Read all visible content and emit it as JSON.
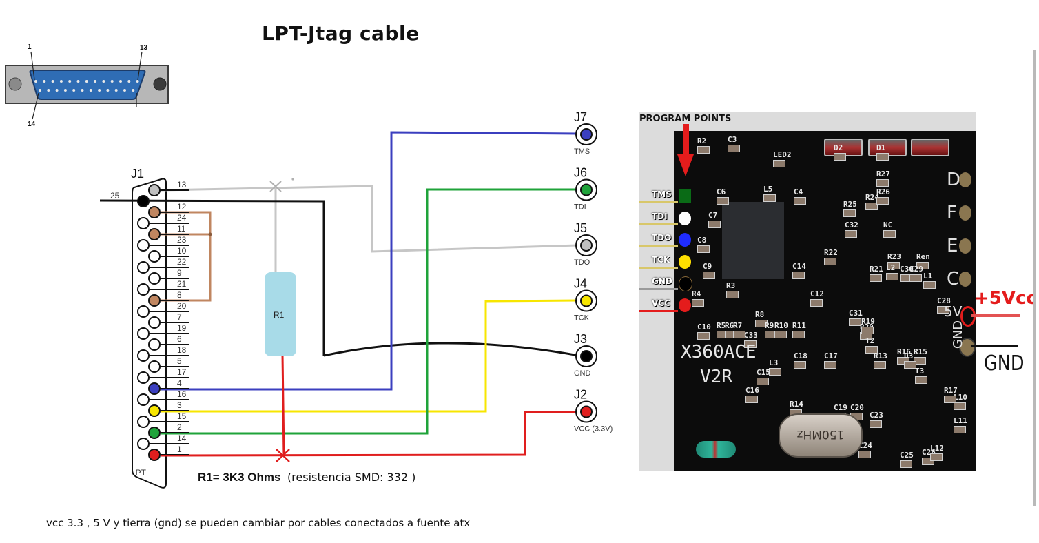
{
  "title": "LPT-Jtag cable",
  "db25_photo": {
    "pin_labels": {
      "top_left": "1",
      "top_right": "13",
      "bottom_left": "14"
    }
  },
  "schematic": {
    "connector_label": "J1",
    "connector_type": "LPT",
    "pins_top_row": [
      "13",
      "12",
      "11",
      "10",
      "9",
      "8",
      "7",
      "6",
      "5",
      "4",
      "3",
      "2",
      "1"
    ],
    "pins_bottom_row": [
      "25",
      "24",
      "23",
      "22",
      "21",
      "20",
      "19",
      "18",
      "17",
      "16",
      "15",
      "14"
    ],
    "pin_colors": {
      "13": "#c0c0c0",
      "25": "#000000",
      "12": "#c08660",
      "11": "#c08660",
      "8": "#c08660",
      "4": "#3b3fbf",
      "3": "#f7e600",
      "2": "#1fa33a",
      "1": "#e01e1e"
    },
    "resistor": {
      "label": "R1",
      "color": "#a8dbe8"
    },
    "jacks": [
      {
        "id": "J7",
        "signal": "TMS",
        "color": "#3b3fbf"
      },
      {
        "id": "J6",
        "signal": "TDI",
        "color": "#1fa33a"
      },
      {
        "id": "J5",
        "signal": "TDO",
        "color": "#c0c0c0"
      },
      {
        "id": "J4",
        "signal": "TCK",
        "color": "#f7e600"
      },
      {
        "id": "J3",
        "signal": "GND",
        "color": "#000000"
      },
      {
        "id": "J2",
        "signal": "VCC (3.3V)",
        "color": "#e01e1e"
      }
    ],
    "wire_colors": {
      "tms": "#3b3fbf",
      "tdi": "#1fa33a",
      "tdo": "#c0c0c0",
      "tck": "#f7e600",
      "gnd": "#000000",
      "vcc": "#e01e1e",
      "bridge": "#c08660"
    }
  },
  "notes": {
    "r1_value_prefix": "R1= 3K3 Ohms",
    "r1_value_detail": "(resistencia SMD:  332  )",
    "footer": "vcc 3.3 , 5 V y tierra (gnd) se pueden cambiar por cables conectados a fuente atx"
  },
  "pcb": {
    "heading": "PROGRAM POINTS",
    "board_name": "X360ACE",
    "board_rev": "V2R",
    "crystal": "150MHz",
    "program_pads": [
      {
        "label": "TMS",
        "color": "#0a6b16"
      },
      {
        "label": "TDI",
        "color": "#ffffff"
      },
      {
        "label": "TDO",
        "color": "#1f2cff"
      },
      {
        "label": "TCK",
        "color": "#ffe000"
      },
      {
        "label": "GND",
        "color": "#000000"
      },
      {
        "label": "VCC",
        "color": "#e41c1c"
      }
    ],
    "edge_pads": [
      "D",
      "F",
      "E",
      "C"
    ],
    "silk_labels": [
      "R2",
      "C3",
      "LED2",
      "C6",
      "L5",
      "C4",
      "C7",
      "C8",
      "C9",
      "R3",
      "R4",
      "C10",
      "R5",
      "R6",
      "R7",
      "R8",
      "C33",
      "R9",
      "R10",
      "R11",
      "C14",
      "C12",
      "R22",
      "R25",
      "R24",
      "R26",
      "R27",
      "NC",
      "R23",
      "Ren",
      "C32",
      "R21",
      "L2",
      "C30",
      "C29",
      "L1",
      "C31",
      "C28",
      "R20",
      "R19",
      "T2",
      "R13",
      "L3",
      "C15",
      "C16",
      "C17",
      "C18",
      "R14",
      "C19",
      "C20",
      "C23",
      "C24",
      "C25",
      "C26",
      "L12",
      "L11",
      "L10",
      "R17",
      "R15",
      "R16",
      "T3",
      "D3",
      "D2",
      "D1"
    ],
    "power_5v_silk": "5V",
    "gnd_silk": "GND",
    "plus5v_label": "+5Vcc",
    "gnd_label": "GND"
  }
}
